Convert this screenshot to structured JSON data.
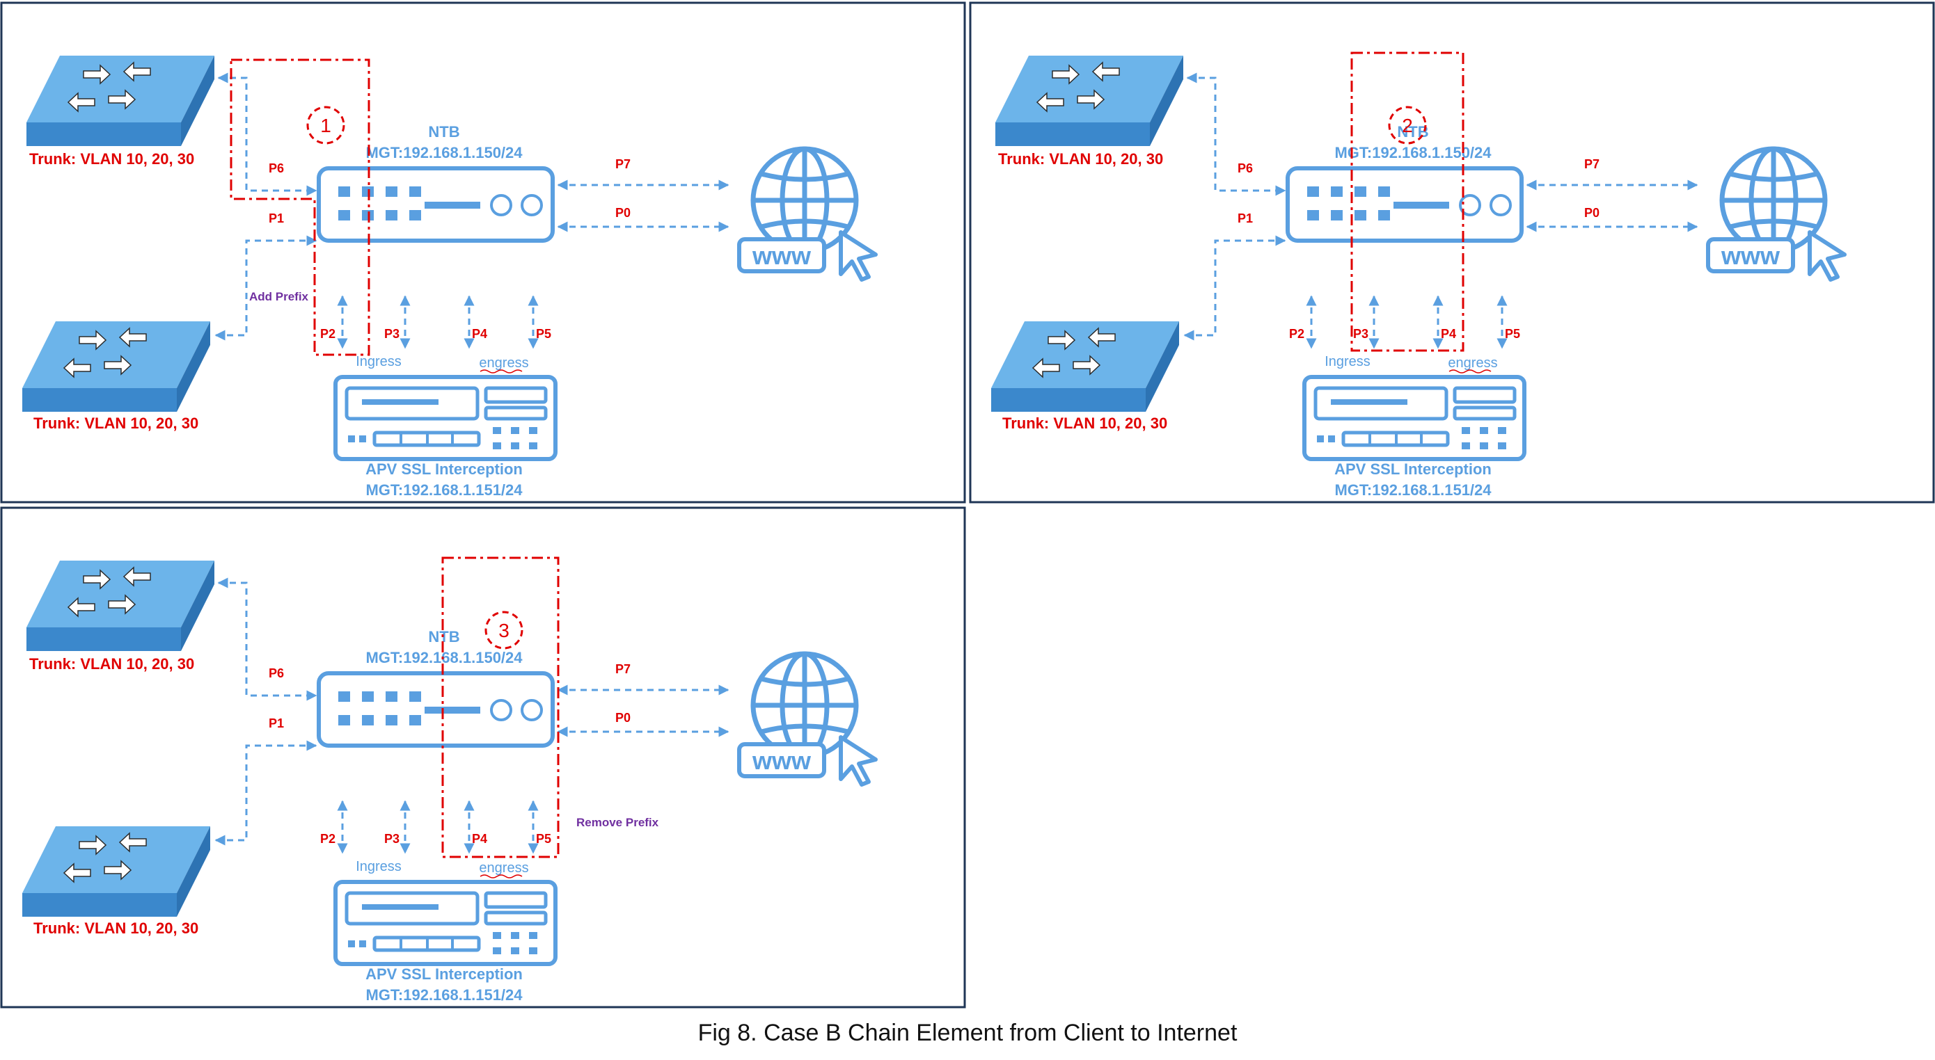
{
  "figure": {
    "caption": "Fig 8. Case B Chain Element from Client to Internet"
  },
  "colors": {
    "device_blue": "#5a9fe0",
    "switch_top": "#6cb4ea",
    "switch_side": "#3b88cc",
    "port_red": "#e00000",
    "prefix_purple": "#7030a0",
    "frame": "#1f3656"
  },
  "icons": [
    "switch-icon",
    "ntb-appliance-icon",
    "globe-www-icon",
    "apv-appliance-icon",
    "cursor-icon"
  ],
  "panels": [
    {
      "step_number": "1",
      "switch_top_label": "Trunk: VLAN 10, 20, 30",
      "switch_bottom_label": "Trunk: VLAN 10, 20, 30",
      "ntb_title": "NTB",
      "ntb_mgt": "MGT:192.168.1.150/24",
      "apv_title": "APV SSL Interception",
      "apv_mgt": "MGT:192.168.1.151/24",
      "ingress_label": "Ingress",
      "engress_label": "engress",
      "ports": {
        "p0": "P0",
        "p1": "P1",
        "p2": "P2",
        "p3": "P3",
        "p4": "P4",
        "p5": "P5",
        "p6": "P6",
        "p7": "P7"
      },
      "prefix_note": "Add Prefix",
      "highlight": "p6-p2"
    },
    {
      "step_number": "2",
      "switch_top_label": "Trunk: VLAN 10, 20, 30",
      "switch_bottom_label": "Trunk: VLAN 10, 20, 30",
      "ntb_title": "NTB",
      "ntb_mgt": "MGT:192.168.1.150/24",
      "apv_title": "APV SSL Interception",
      "apv_mgt": "MGT:192.168.1.151/24",
      "ingress_label": "Ingress",
      "engress_label": "engress",
      "ports": {
        "p0": "P0",
        "p1": "P1",
        "p2": "P2",
        "p3": "P3",
        "p4": "P4",
        "p5": "P5",
        "p6": "P6",
        "p7": "P7"
      },
      "prefix_note": "",
      "highlight": "p3-p4"
    },
    {
      "step_number": "3",
      "switch_top_label": "Trunk: VLAN 10, 20, 30",
      "switch_bottom_label": "Trunk: VLAN 10, 20, 30",
      "ntb_title": "NTB",
      "ntb_mgt": "MGT:192.168.1.150/24",
      "apv_title": "APV SSL Interception",
      "apv_mgt": "MGT:192.168.1.151/24",
      "ingress_label": "Ingress",
      "engress_label": "engress",
      "ports": {
        "p0": "P0",
        "p1": "P1",
        "p2": "P2",
        "p3": "P3",
        "p4": "P4",
        "p5": "P5",
        "p6": "P6",
        "p7": "P7"
      },
      "prefix_note": "Remove Prefix",
      "highlight": "p5-p7"
    }
  ]
}
